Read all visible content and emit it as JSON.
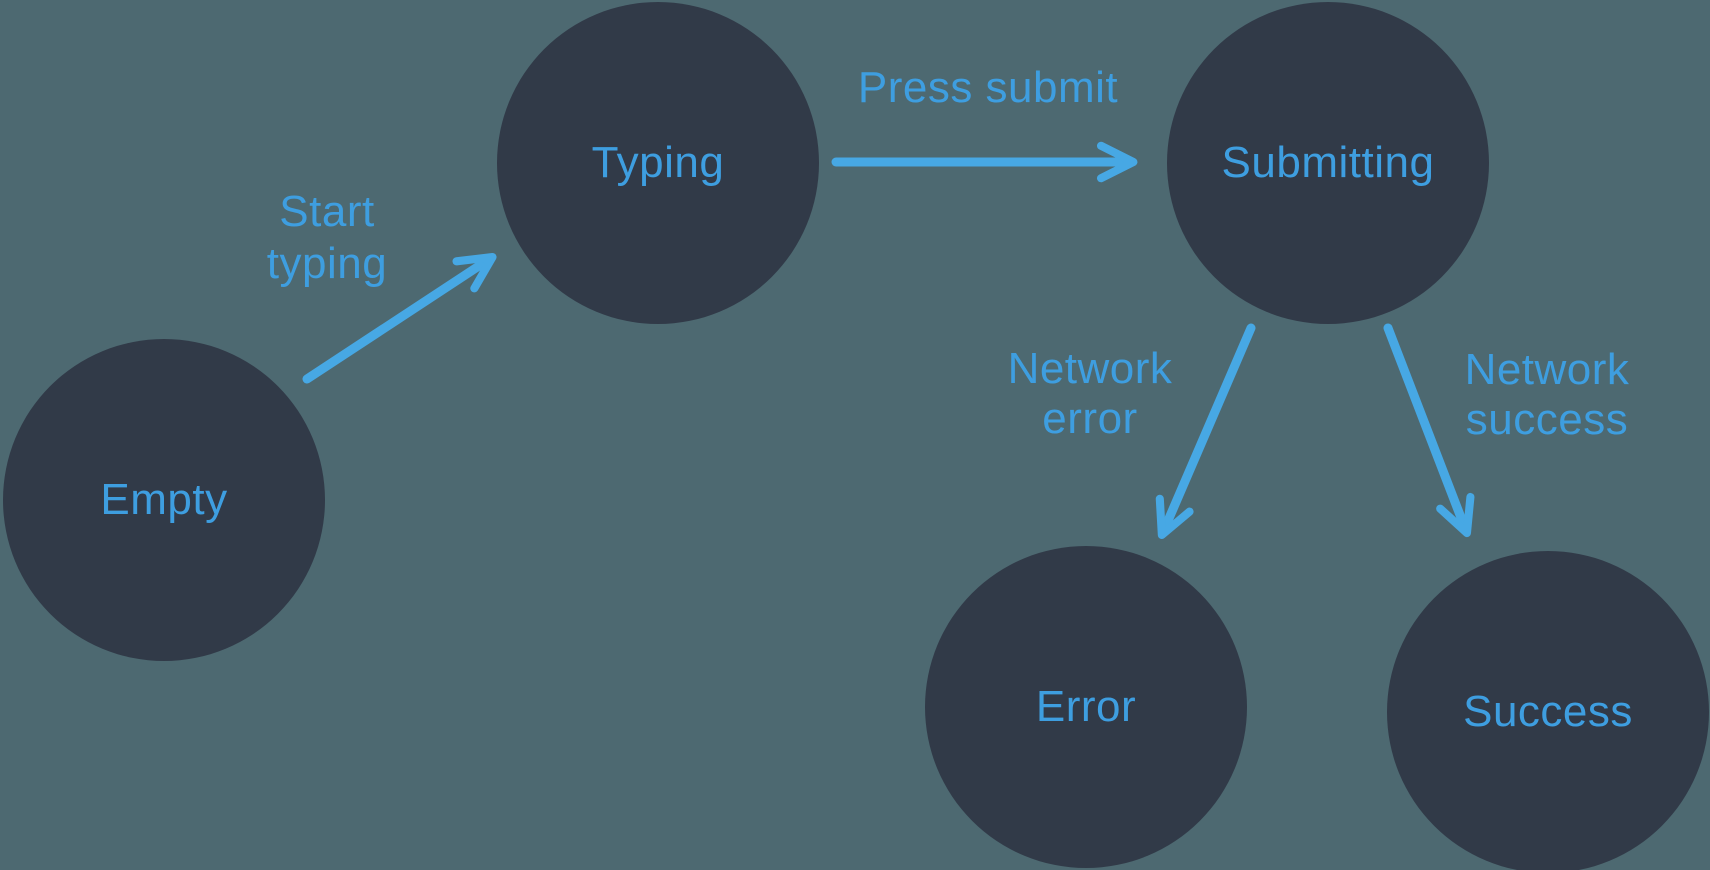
{
  "diagram": {
    "type": "state-machine",
    "nodes": [
      {
        "id": "empty",
        "label": "Empty"
      },
      {
        "id": "typing",
        "label": "Typing"
      },
      {
        "id": "submitting",
        "label": "Submitting"
      },
      {
        "id": "error",
        "label": "Error"
      },
      {
        "id": "success",
        "label": "Success"
      }
    ],
    "edges": [
      {
        "from": "empty",
        "to": "typing",
        "label": "Start\ntyping"
      },
      {
        "from": "typing",
        "to": "submitting",
        "label": "Press submit"
      },
      {
        "from": "submitting",
        "to": "error",
        "label": "Network\nerror"
      },
      {
        "from": "submitting",
        "to": "success",
        "label": "Network\nsuccess"
      }
    ],
    "colors": {
      "background": "#4d6971",
      "node_fill": "#313a48",
      "text_accent": "#3e9ee0",
      "arrow": "#47a8e4"
    }
  }
}
